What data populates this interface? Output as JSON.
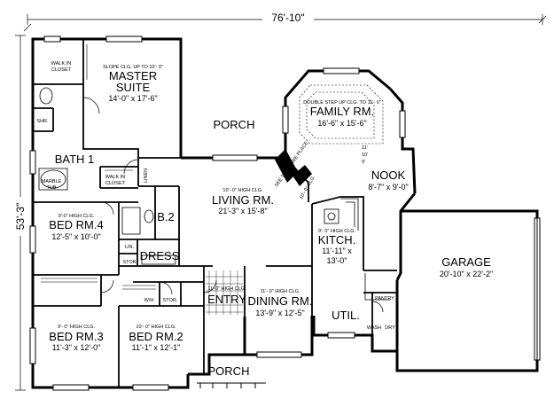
{
  "overall_width": "76'-10\"",
  "overall_depth": "53'-3\"",
  "rooms": {
    "master": {
      "title1": "MASTER",
      "title2": "SUITE",
      "note": "SLOPE CLG. UP TO 10'- 0\"",
      "dim": "14'-0\" x 17'-6\""
    },
    "walkin_closet_top": {
      "l1": "WALK IN",
      "l2": "CLOSET"
    },
    "walkin_closet_master": {
      "l1": "WALK IN",
      "l2": "CLOSET"
    },
    "shower": "SHR.",
    "bath1": "BATH 1",
    "marble_tub": {
      "l1": "MARBLE",
      "l2": "TUB"
    },
    "linen_master": "LINEN",
    "porch_rear": "PORCH",
    "family": {
      "note": "DOUBLE STEP UP CLG. TO 11'- 0\"",
      "title": "FAMILY RM.",
      "dim": "16'-6\" x 15'-6\"",
      "step1": "11'",
      "step2": "10'",
      "step3": "9'"
    },
    "fireplace": "SEE THRU FIRE PLACE",
    "fireplace_clg": "10'- 0\" CLG.",
    "nook": {
      "title": "NOOK",
      "dim": "8'-7\" x 9'-0\""
    },
    "living": {
      "note": "10'- 0\" HIGH CLG.",
      "title": "LIVING RM.",
      "dim": "21'-3\" x 15'-8\""
    },
    "bath2": "B.2",
    "bed4": {
      "note": "9'-0\" HIGH CLG.",
      "title": "BED RM.4",
      "dim": "12'-5\" x 10'-0\""
    },
    "lin": "LIN.",
    "stor1": "STOR",
    "dress": "DRESS",
    "kitchen": {
      "note": "9'- 0\" HIGH CLG.",
      "title": "KITCH.",
      "dim1": "11'-11\" x",
      "dim2": "13'-0\""
    },
    "garage": {
      "title": "GARAGE",
      "dim": "20'-10\" x 22'-2\""
    },
    "pantry": "PANTRY",
    "util": "UTIL.",
    "wash": "WASH",
    "dry": "DRY",
    "entry": {
      "note": "11'-0\" HIGH CLG.",
      "title": "ENTRY"
    },
    "dining": {
      "note": "11'- 0\" HIGH CLG.",
      "title": "DINING RM.",
      "dim": "13'-9\" x 12'-5\""
    },
    "wh": "W/H",
    "stor2": "STOR.",
    "bed3": {
      "note": "9'- 0\" HIGH CLG.",
      "title": "BED RM.3",
      "dim": "11'-3\" x 12'-0\""
    },
    "bed2": {
      "note": "10'- 0\" HIGH CLG.",
      "title": "BED RM.2",
      "dim": "11'-1\" x 12'-1\""
    },
    "porch_front": "PORCH"
  }
}
